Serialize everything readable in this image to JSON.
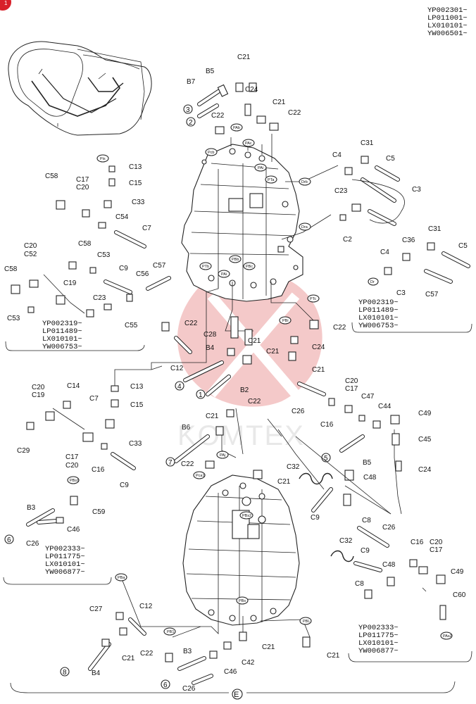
{
  "serials": {
    "top_right": [
      "YP002301~",
      "LP011001~",
      "LX010101~",
      "YW006501~"
    ],
    "right_upper": [
      "YP002319~",
      "LP011489~",
      "LX010101~",
      "YW006753~"
    ],
    "left_upper": [
      "YP002319~",
      "LP011489~",
      "LX010101~",
      "YW006753~"
    ],
    "left_lower": [
      "YP002333~",
      "LP011775~",
      "LX010101~",
      "YW006877~"
    ],
    "right_lower": [
      "YP002333~",
      "LP011775~",
      "LX010101~",
      "YW006877~"
    ]
  },
  "watermark": "KOMTEX",
  "section_label": "E",
  "corner_mark": "1",
  "callouts": {
    "c21a": "C21",
    "b5a": "B5",
    "b7": "B7",
    "c24a": "C24",
    "c21b": "C21",
    "c22a": "C22",
    "c22b": "C22",
    "n3": "3",
    "n2": "2",
    "c4a": "C4",
    "c31a": "C31",
    "c5a": "C5",
    "c23a": "C23",
    "c3a": "C3",
    "c2": "C2",
    "c36": "C36",
    "c4b": "C4",
    "c31b": "C31",
    "c5b": "C5",
    "c3b": "C3",
    "c57b": "C57",
    "c13a": "C13",
    "c15a": "C15",
    "c58a": "C58",
    "c17a": "C17",
    "c20a": "C20",
    "c33a": "C33",
    "c54": "C54",
    "c7a": "C7",
    "c20b": "C20",
    "c52": "C52",
    "c58b": "C58",
    "c53a": "C53",
    "c9a": "C9",
    "c56": "C56",
    "c57a": "C57",
    "c58c": "C58",
    "c19a": "C19",
    "c23b": "C23",
    "c53b": "C53",
    "c55": "C55",
    "c22c": "C22",
    "c28": "C28",
    "c12a": "C12",
    "b4a": "B4",
    "c21c": "C21",
    "c21d": "C21",
    "c24b": "C24",
    "c22d": "C22",
    "c21e": "C21",
    "n4": "4",
    "n1": "1",
    "b2": "B2",
    "c13b": "C13",
    "c15b": "C15",
    "c20c": "C20",
    "c19b": "C19",
    "c14": "C14",
    "c7b": "C7",
    "c29": "C29",
    "c33b": "C33",
    "c17b": "C17",
    "c20d": "C20",
    "c16a": "C16",
    "c9b": "C9",
    "c26a": "C26",
    "c16b": "C16",
    "c20e": "C20",
    "c17c": "C17",
    "c47": "C47",
    "c44": "C44",
    "c49a": "C49",
    "c45": "C45",
    "n5": "5",
    "b5b": "B5",
    "c24c": "C24",
    "c32a": "C32",
    "c48a": "C48",
    "c9c": "C9",
    "c8a": "C8",
    "c21f": "C21",
    "c22e": "C22",
    "b6": "B6",
    "n7": "7",
    "c22f": "C22",
    "c21g": "C21",
    "b3a": "B3",
    "c59": "C59",
    "n6a": "6",
    "c46a": "C46",
    "c26b": "C26",
    "c26c": "C26",
    "c32b": "C32",
    "c9d": "C9",
    "c16c": "C16",
    "c20f": "C20",
    "c17d": "C17",
    "c48b": "C48",
    "c8b": "C8",
    "c49b": "C49",
    "c60": "C60",
    "c27": "C27",
    "c12b": "C12",
    "c21h": "C21",
    "n8": "8",
    "b4b": "B4",
    "c22g": "C22",
    "b3b": "B3",
    "c42": "C42",
    "c21i": "C21",
    "c21j": "C21",
    "n6b": "6",
    "c46b": "C46",
    "c26d": "C26"
  },
  "ports": {
    "pab": "PAb",
    "pac": "PAc",
    "pai": "PAi",
    "pta": "PTa",
    "pcb": "Pcb",
    "drb": "Drb",
    "dra": "Dra",
    "ptb": "PTb",
    "pai2": "PAi",
    "pbb": "PBb",
    "pbc": "PBc",
    "ptc": "PTc",
    "pbi": "PBi",
    "cdr": "Dr",
    "pis": "Pis",
    "pbs1": "PBs1",
    "paj": "PAj",
    "pca1": "Pca1",
    "pbs2": "PBs2",
    "pba": "PBa",
    "pb1": "PB1",
    "pbs": "PBs",
    "pbl": "PBL",
    "pas2": "PAs2"
  }
}
